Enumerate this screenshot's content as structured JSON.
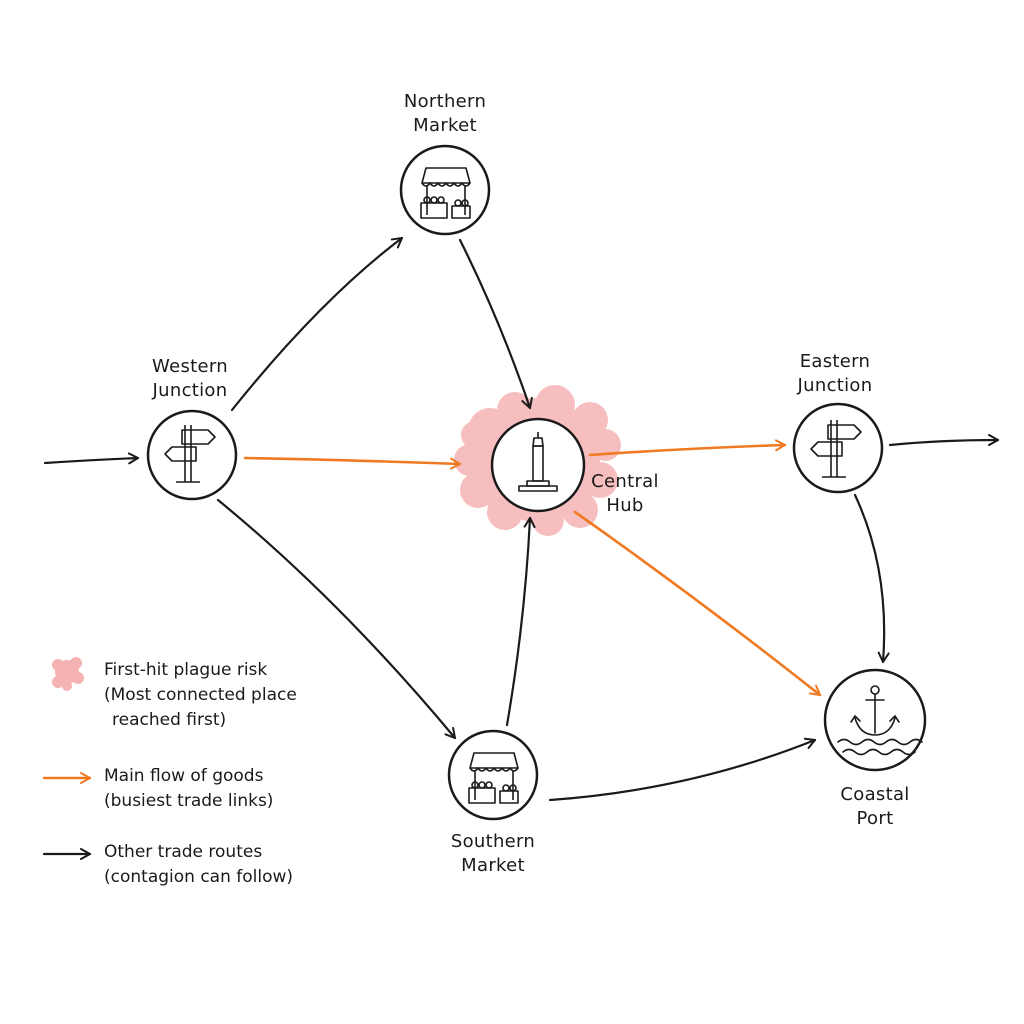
{
  "nodes": {
    "northern_market": {
      "line1": "Northern",
      "line2": "Market",
      "icon": "market-stall-icon"
    },
    "western_junction": {
      "line1": "Western",
      "line2": "Junction",
      "icon": "signpost-icon"
    },
    "central_hub": {
      "line1": "Central",
      "line2": "Hub",
      "icon": "monument-icon"
    },
    "eastern_junction": {
      "line1": "Eastern",
      "line2": "Junction",
      "icon": "signpost-icon"
    },
    "southern_market": {
      "line1": "Southern",
      "line2": "Market",
      "icon": "market-stall-icon"
    },
    "coastal_port": {
      "line1": "Coastal",
      "line2": "Port",
      "icon": "anchor-icon"
    }
  },
  "legend": {
    "risk": {
      "line1": "First-hit plague risk",
      "line2": "(Most connected place",
      "line3": "reached first)"
    },
    "main_flow": {
      "line1": "Main flow of goods",
      "line2": "(busiest trade links)"
    },
    "other_routes": {
      "line1": "Other trade routes",
      "line2": "(contagion can follow)"
    }
  },
  "colors": {
    "main_flow": "#f07a22",
    "other_routes": "#1a1a1a",
    "risk_blob": "#f08a8a"
  }
}
